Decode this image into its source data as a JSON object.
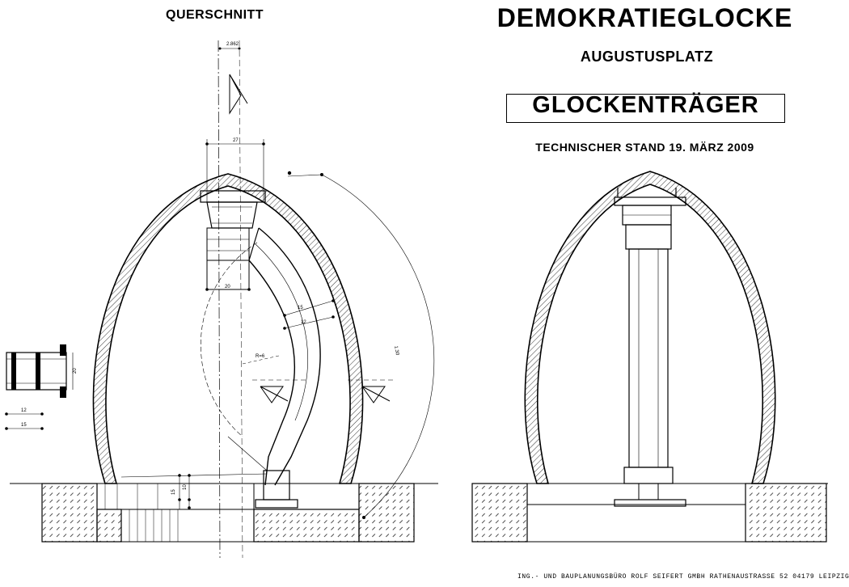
{
  "titles": {
    "section": "QUERSCHNITT",
    "main": "DEMOKRATIEGLOCKE",
    "location": "AUGUSTUSPLATZ",
    "component": "GLOCKENTRÄGER",
    "status": "TECHNISCHER STAND 19. MÄRZ 2009"
  },
  "footer": "ING.- UND BAUPLANUNGSBÜRO ROLF SEIFERT GMBH    RATHENAUSTRASSE 52    04179 LEIPZIG",
  "dimensions": {
    "top_offset": "2.862",
    "cap_width": "27",
    "arm_width": "20",
    "section_width": "15",
    "section_inner": "12",
    "detail_width": "15",
    "detail_inner": "12",
    "detail_height": "20",
    "radius": "R=6",
    "length": "1.30",
    "base_a": "15",
    "base_b": "10"
  }
}
